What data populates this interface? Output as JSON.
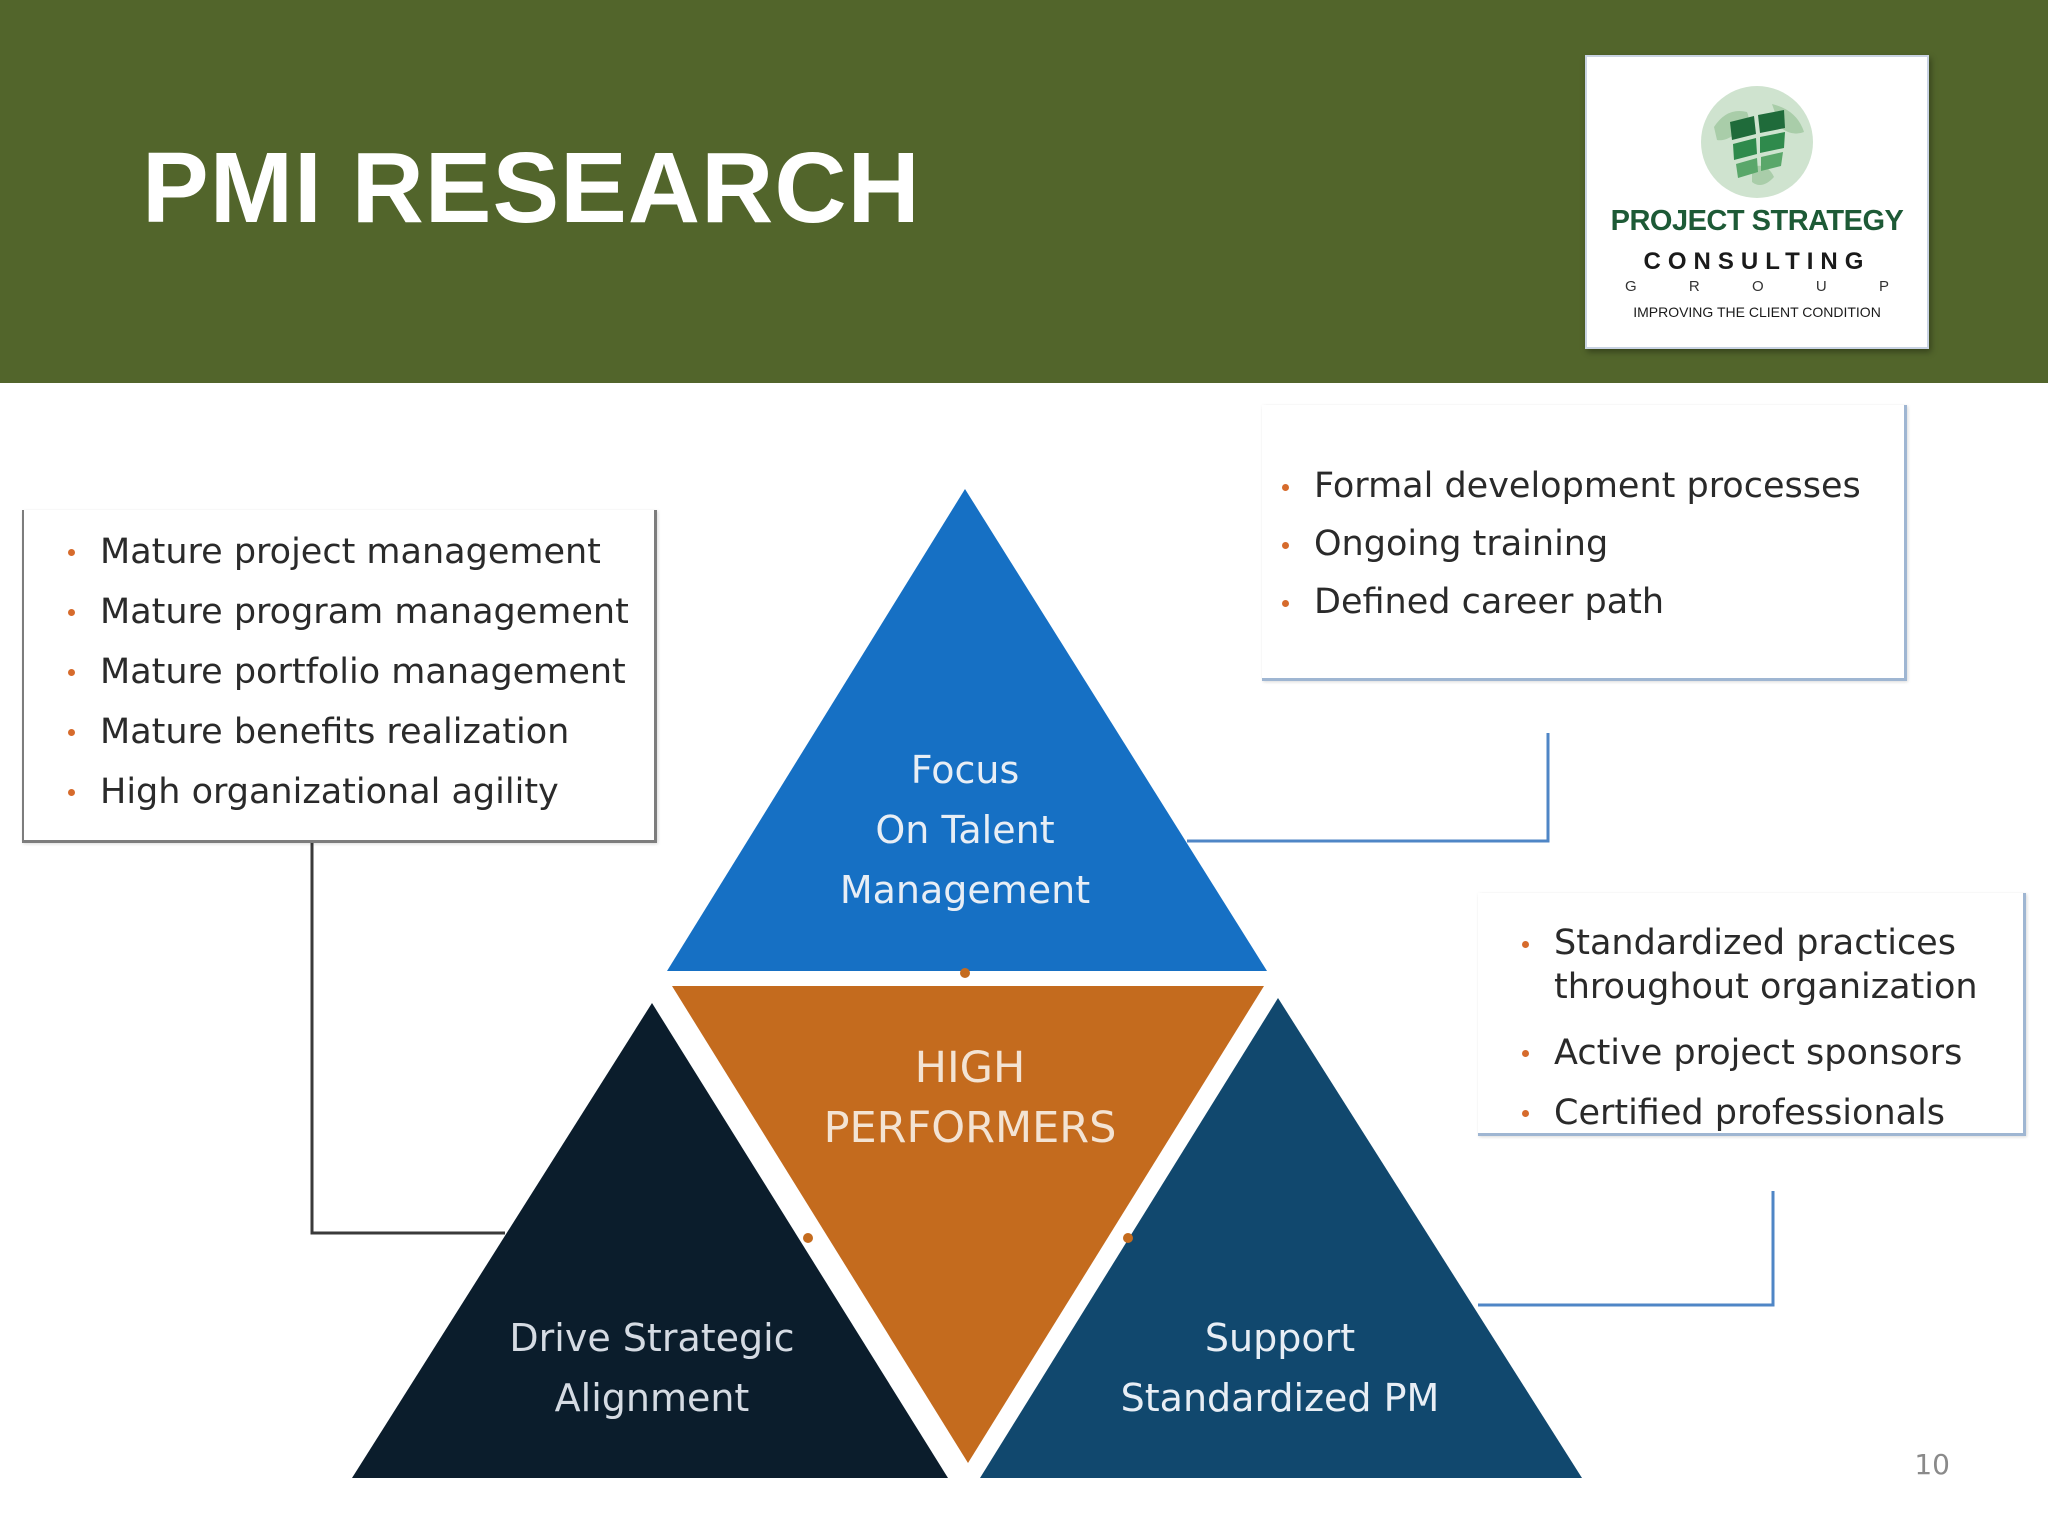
{
  "header": {
    "title": "PMI RESEARCH",
    "background_color": "#52652b"
  },
  "logo": {
    "line1": "PROJECT STRATEGY",
    "line2": "CONSULTING",
    "line3_letters": [
      "G",
      "R",
      "O",
      "U",
      "P"
    ],
    "tagline": "IMPROVING THE CLIENT CONDITION",
    "icon": "globe-building-icon"
  },
  "diagram": {
    "top_triangle": {
      "lines": [
        "Focus",
        "On Talent",
        "Management"
      ],
      "color": "#1670c4"
    },
    "center_triangle": {
      "lines": [
        "HIGH",
        "PERFORMERS"
      ],
      "color": "#c46b1e"
    },
    "left_triangle": {
      "lines": [
        "Drive Strategic",
        "Alignment"
      ],
      "color": "#0b1d2c"
    },
    "right_triangle": {
      "lines": [
        "Support",
        "Standardized PM"
      ],
      "color": "#11486e"
    },
    "boxes": {
      "left": [
        "Mature project management",
        "Mature program management",
        "Mature portfolio management",
        "Mature benefits realization",
        "High organizational agility"
      ],
      "top_right": [
        "Formal development processes",
        "Ongoing training",
        "Defined career path"
      ],
      "mid_right": [
        "Standardized practices throughout organization",
        "Active project sponsors",
        "Certified professionals"
      ]
    },
    "bullet_color": "#d66b2c"
  },
  "page_number": "10"
}
